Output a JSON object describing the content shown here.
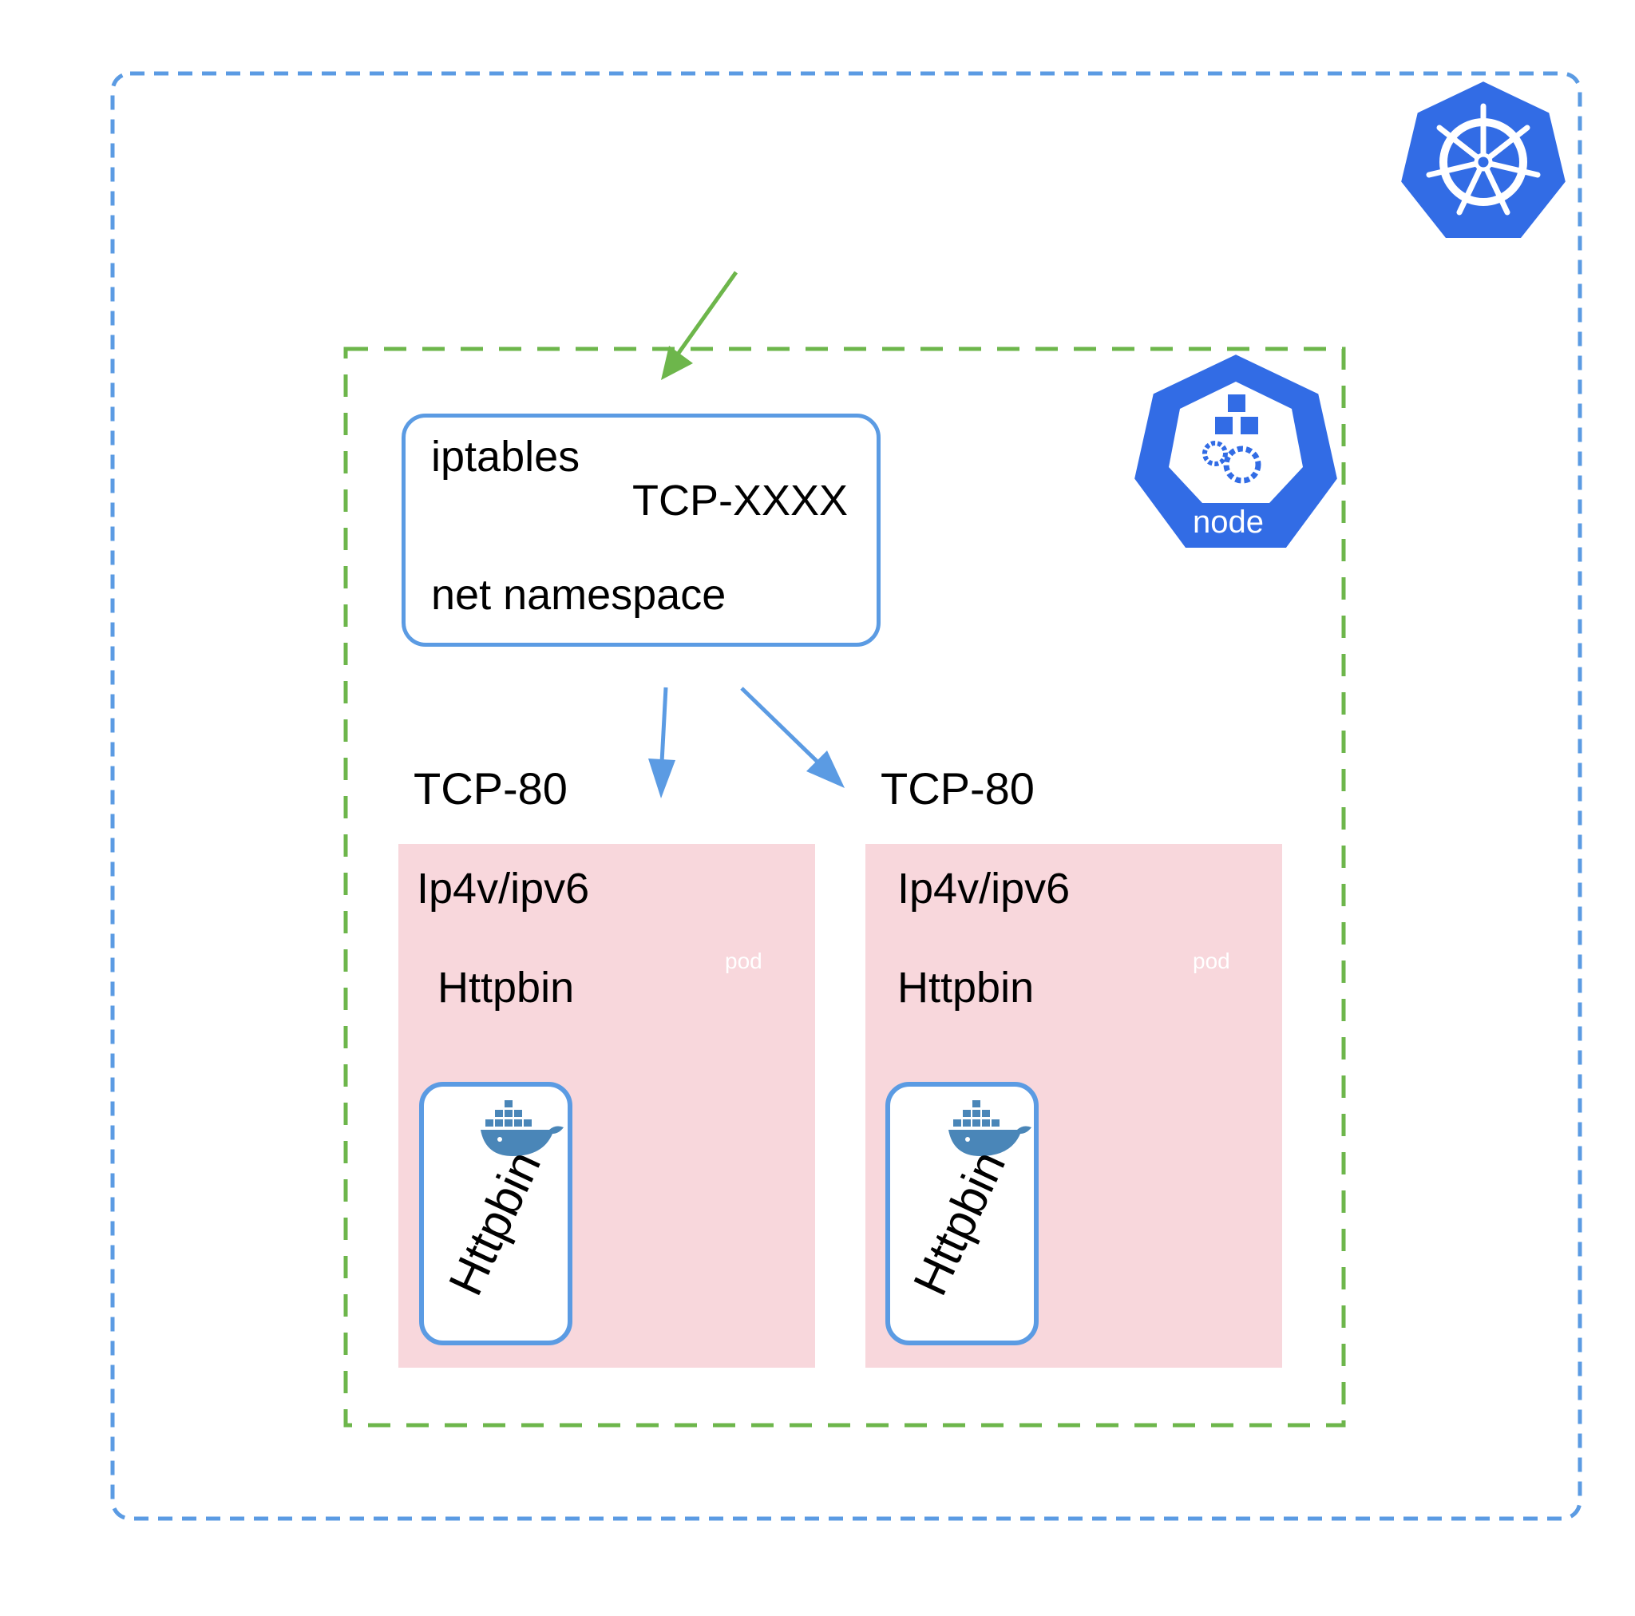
{
  "iptables": {
    "title": "iptables",
    "port": "TCP-XXXX",
    "namespace": "net namespace"
  },
  "node_badge": {
    "label": "node"
  },
  "pods": [
    {
      "port": "TCP-80",
      "ip": "Ip4v/ipv6",
      "app": "Httpbin",
      "badge": "pod",
      "container": "Httpbin"
    },
    {
      "port": "TCP-80",
      "ip": "Ip4v/ipv6",
      "app": "Httpbin",
      "badge": "pod",
      "container": "Httpbin"
    }
  ],
  "colors": {
    "cluster_border": "#5b9be3",
    "node_border": "#6db64b",
    "k8s_blue": "#326ce5",
    "pod_background": "#f8d7dc",
    "arrow_green": "#6db64b",
    "arrow_blue": "#5b9be3",
    "docker_blue": "#4a86b8"
  }
}
